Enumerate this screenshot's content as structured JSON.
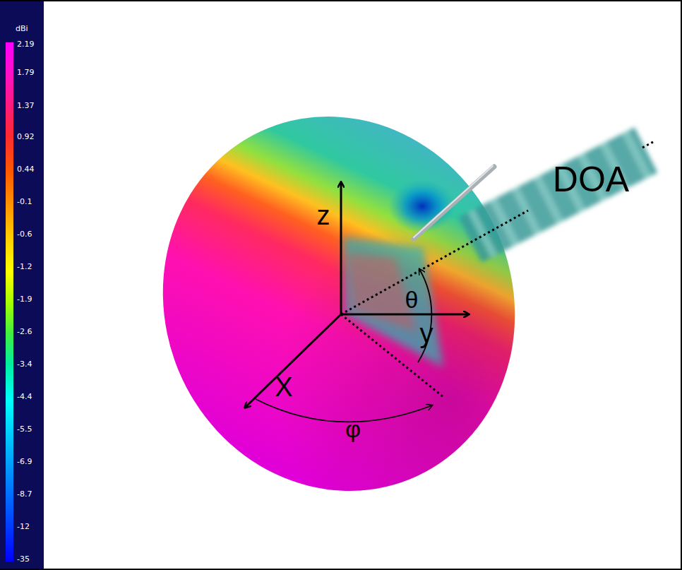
{
  "diagram": {
    "labels": [
      "dBi",
      "2.19",
      "1.79",
      "1.37",
      "0.92",
      "0.44",
      "-0.1",
      "-0.6",
      "-1.2",
      "-1.9",
      "-2.6",
      "-3.4",
      "-4.4",
      "-5.5",
      "-6.9",
      "-8.7",
      "-12",
      "-35",
      "z",
      "y",
      "X",
      "θ",
      "φ",
      "DOA"
    ]
  }
}
